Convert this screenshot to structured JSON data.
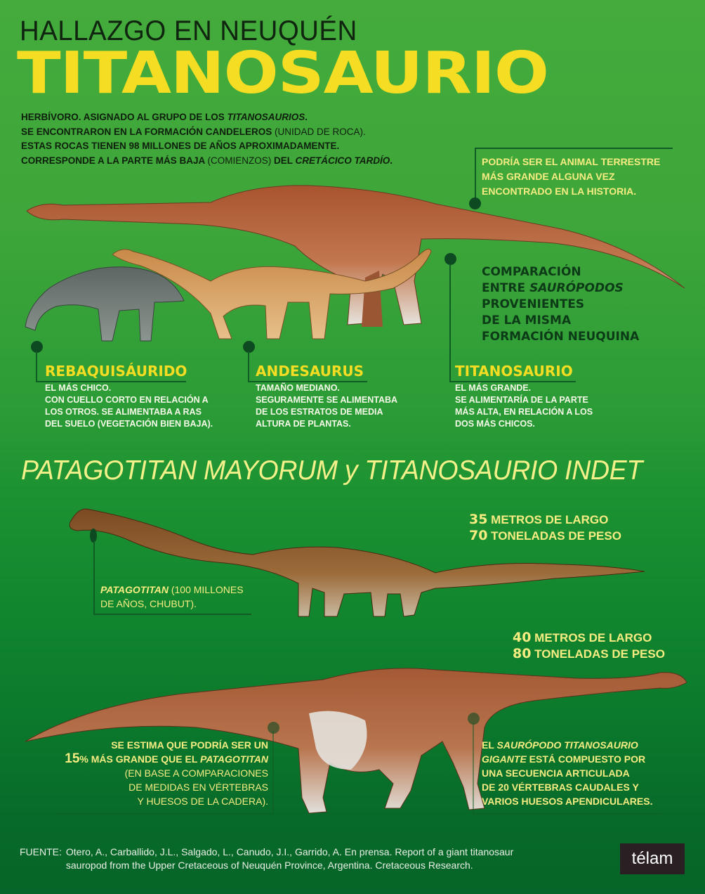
{
  "header": {
    "kicker": "HALLAZGO EN NEUQUÉN",
    "title": "TITANOSAURIO",
    "intro": {
      "line1_bold": "HERBÍVORO. ASIGNADO AL GRUPO DE LOS ",
      "line1_italic": "TITANOSAURIOS",
      "line1_end": ".",
      "line2_bold": "SE ENCONTRARON EN LA FORMACIÓN CANDELEROS ",
      "line2_normal": "(UNIDAD DE ROCA).",
      "line3_bold": "ESTAS ROCAS TIENEN 98 MILLONES DE AÑOS APROXIMADAMENTE.",
      "line4_bold": "CORRESPONDE A LA PARTE MÁS BAJA ",
      "line4_normal": "(COMIENZOS) ",
      "line4_bold2": "DEL ",
      "line4_italic": "CRETÁCICO TARDÍO",
      "line4_end": "."
    }
  },
  "comparison": {
    "largest_callout": [
      "PODRÍA SER EL ANIMAL TERRESTRE",
      "MÁS GRANDE ALGUNA VEZ",
      "ENCONTRADO EN LA HISTORIA."
    ],
    "heading": {
      "line1": "COMPARACIÓN",
      "line2_pre": "ENTRE ",
      "line2_italic": "SAURÓPODOS",
      "line3": "PROVENIENTES",
      "line4": "DE LA MISMA",
      "line5": "FORMACIÓN NEUQUINA"
    },
    "species": [
      {
        "name": "REBAQUISÁURIDO",
        "lines": [
          "EL MÁS CHICO.",
          "CON CUELLO CORTO EN RELACIÓN A",
          "LOS OTROS. SE ALIMENTABA A RAS",
          "DEL SUELO (VEGETACIÓN BIEN BAJA)."
        ]
      },
      {
        "name": "ANDESAURUS",
        "lines": [
          "TAMAÑO MEDIANO.",
          "SEGURAMENTE SE ALIMENTABA",
          "DE LOS ESTRATOS DE MEDIA",
          "ALTURA DE PLANTAS."
        ]
      },
      {
        "name": "TITANOSAURIO",
        "lines": [
          "EL MÁS GRANDE.",
          "SE ALIMENTARÍA DE LA PARTE",
          "MÁS ALTA, EN RELACIÓN A LOS",
          "DOS MÁS CHICOS."
        ]
      }
    ]
  },
  "versus": {
    "subtitle": "PATAGOTITAN MAYORUM y TITANOSAURIO INDET",
    "patagotitan": {
      "length_value": "35",
      "length_label": " METROS DE LARGO",
      "weight_value": "70",
      "weight_label": " TONELADAS DE PESO",
      "note_italic": "PATAGOTITAN",
      "note_line1_rest": " (100 MILLONES",
      "note_line2": "DE AÑOS, CHUBUT)."
    },
    "titanosaurio": {
      "length_value": "40",
      "length_label": " METROS DE LARGO",
      "weight_value": "80",
      "weight_label": " TONELADAS DE PESO",
      "estimate": {
        "line1": "SE ESTIMA QUE PODRÍA SER UN",
        "percent": "15",
        "line2_mid": "% MÁS GRANDE QUE EL ",
        "line2_italic": "PATAGOTITAN",
        "line3": "(EN BASE A COMPARACIONES",
        "line4": "DE MEDIDAS EN VÉRTEBRAS",
        "line5": "Y HUESOS DE LA CADERA)."
      },
      "composition": {
        "line1_pre": "EL ",
        "line1_italic": "SAURÓPODO TITANOSAURIO",
        "line2_italic": "GIGANTE",
        "line2_rest": " ESTÁ COMPUESTO POR",
        "line3": "UNA SECUENCIA ARTICULADA",
        "line4": "DE 20 VÉRTEBRAS CAUDALES Y",
        "line5": "VARIOS HUESOS APENDICULARES."
      }
    }
  },
  "footer": {
    "source_label": "FUENTE:",
    "source_line1": "Otero, A., Carballido, J.L., Salgado, L., Canudo, J.I., Garrido, A. En prensa. Report of a giant titanosaur",
    "source_line2": "sauropod from the Upper Cretaceous of Neuquén Province, Argentina. Cretaceous Research.",
    "logo": "télam"
  },
  "colors": {
    "background_top": "#44ab3c",
    "background_bottom": "#066528",
    "title_yellow": "#f4dd22",
    "text_pale_yellow": "#f6ec82",
    "dark_green": "#0d3b18",
    "logo_bg": "#2a1f22"
  }
}
